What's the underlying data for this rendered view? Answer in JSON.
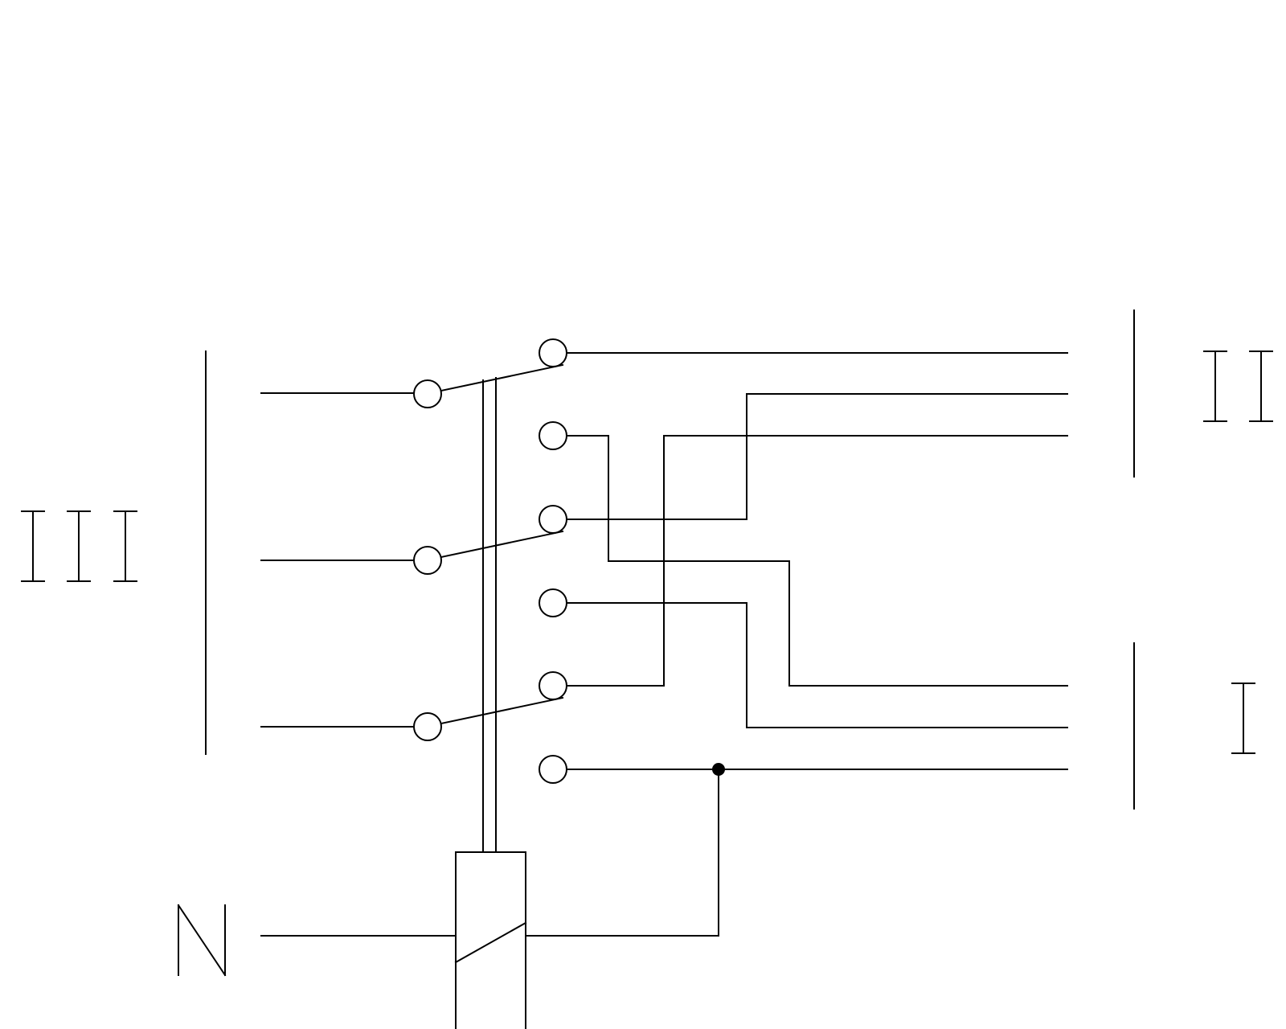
{
  "diagram": {
    "type": "single-line switching schematic",
    "line_color": "#000000",
    "background_color": "#ffffff",
    "labels": {
      "input_group": "III",
      "output_upper_group": "II",
      "output_lower_group": "I",
      "neutral": "N"
    },
    "components": [
      {
        "id": "source-III",
        "kind": "three-phase input group",
        "label": "III"
      },
      {
        "id": "changeover-switch",
        "kind": "three-pole double-throw switch",
        "poles": 3
      },
      {
        "id": "relay-coil",
        "kind": "actuating coil with mechanical linkage"
      },
      {
        "id": "output-II",
        "kind": "three-line output group",
        "label": "II"
      },
      {
        "id": "output-I",
        "kind": "three-line output group",
        "label": "I"
      }
    ]
  }
}
